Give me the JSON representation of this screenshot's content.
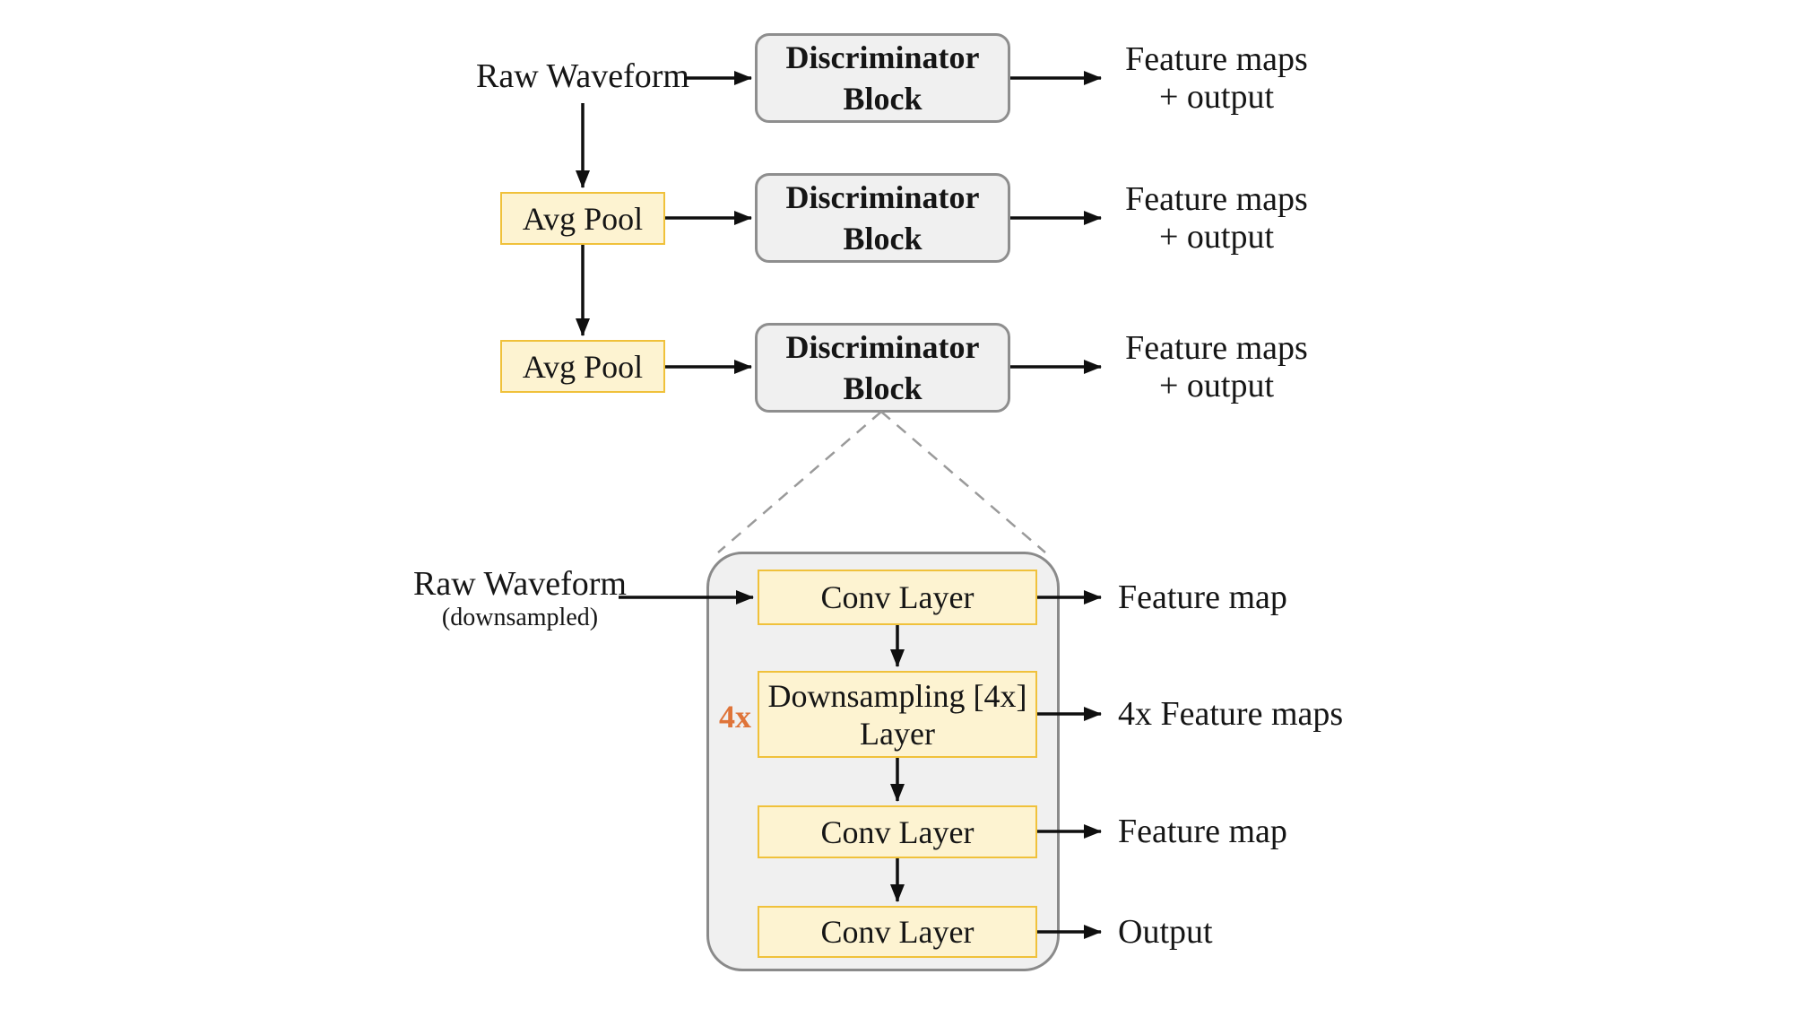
{
  "colors": {
    "box_fill": "#FDF3D1",
    "box_border": "#F0C13B",
    "block_fill": "#F0F0F0",
    "block_border": "#8E8E8E",
    "panel_fill": "#F0F0F0",
    "panel_border": "#8A8A8A",
    "accent_orange": "#DF7439",
    "dashed": "#9A9A9A",
    "arrow": "#0F0F0F",
    "text": "#151515"
  },
  "multiscale": {
    "rows": [
      {
        "input": "Raw Waveform",
        "block_label": "Discriminator Block",
        "output_line1": "Feature maps",
        "output_line2": "+ output"
      },
      {
        "pool_label": "Avg Pool",
        "block_label": "Discriminator Block",
        "output_line1": "Feature maps",
        "output_line2": "+ output"
      },
      {
        "pool_label": "Avg Pool",
        "block_label": "Discriminator Block",
        "output_line1": "Feature maps",
        "output_line2": "+ output"
      }
    ]
  },
  "detail": {
    "input_line1": "Raw Waveform",
    "input_line2": "(downsampled)",
    "repeat_label": "4x",
    "layers": [
      {
        "label_line1": "Conv Layer",
        "output": "Feature map"
      },
      {
        "label_line1": "Downsampling [4x]",
        "label_line2": "Layer",
        "output": "4x Feature maps"
      },
      {
        "label_line1": "Conv Layer",
        "output": "Feature map"
      },
      {
        "label_line1": "Conv Layer",
        "output": "Output"
      }
    ]
  }
}
